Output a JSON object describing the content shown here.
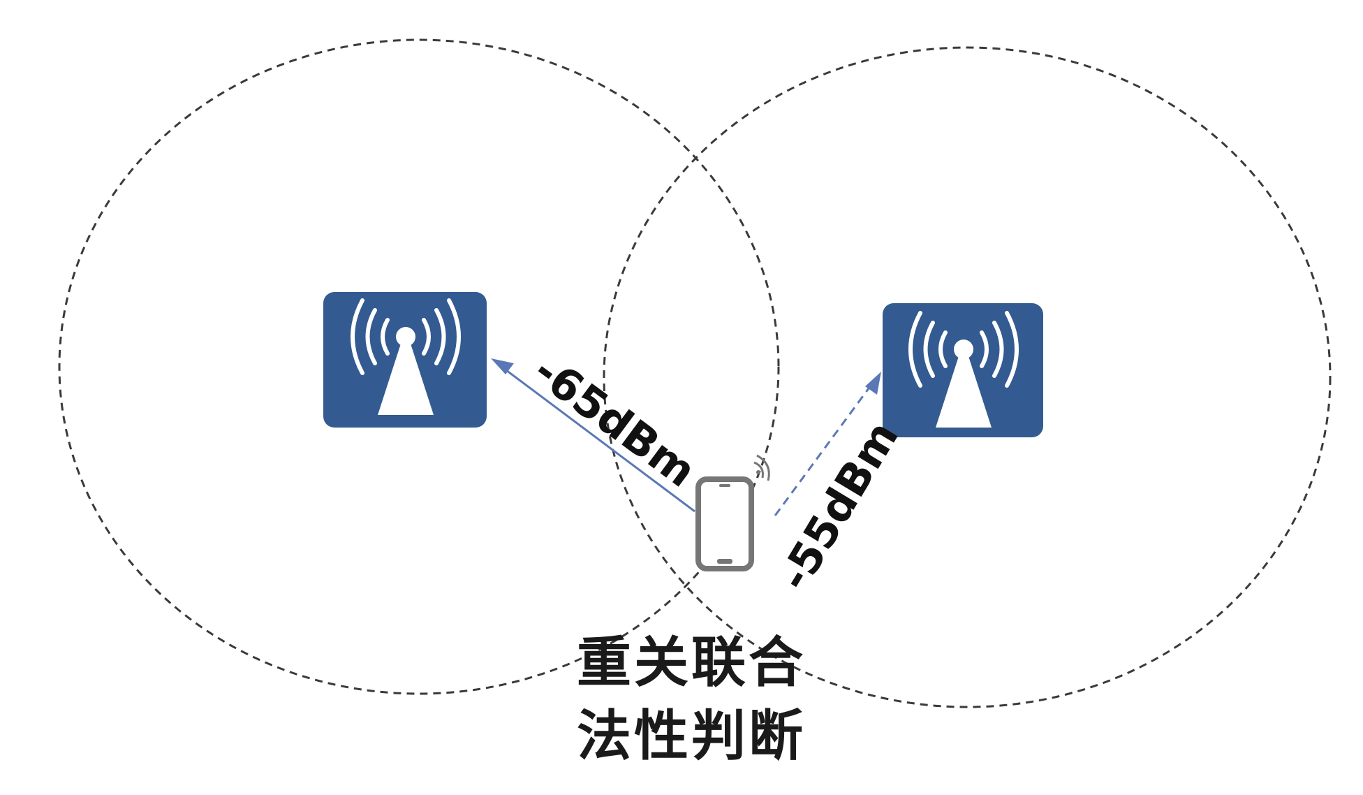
{
  "diagram": {
    "left_ap": {
      "icon": "wifi-access-point-icon",
      "signal": "-65dBm"
    },
    "right_ap": {
      "icon": "wifi-access-point-icon",
      "signal": "-55dBm"
    },
    "station": {
      "icon": "smartphone-icon"
    },
    "caption_line1": "重关联合",
    "caption_line2": "法性判断",
    "colors": {
      "ap_fill": "#335b91",
      "signal_line": "#5b78b6",
      "ring": "#3a3a3a",
      "phone": "#767676"
    }
  }
}
